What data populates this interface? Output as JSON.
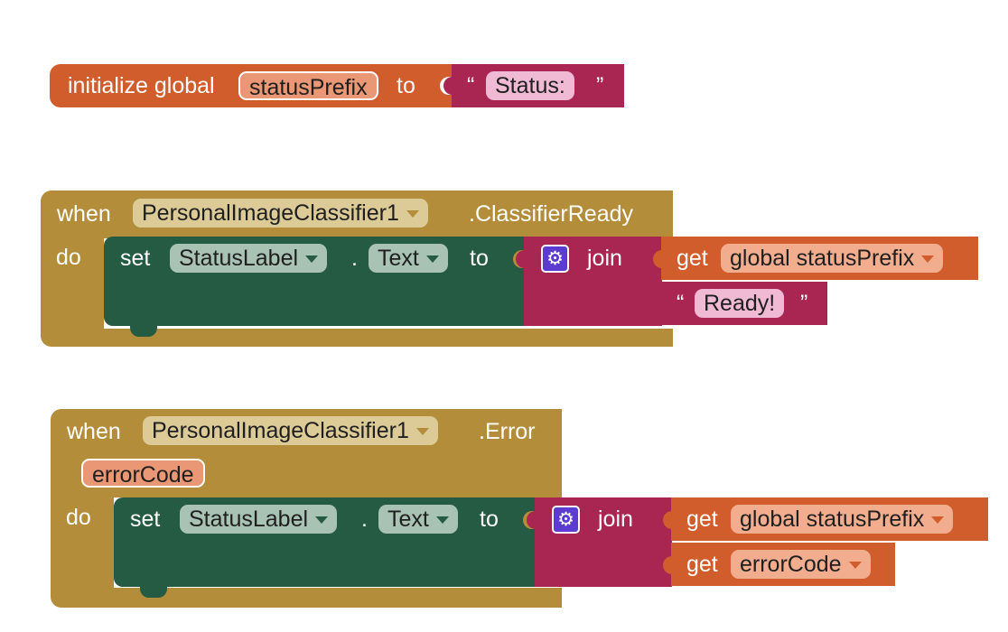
{
  "init_block": {
    "initialize_label": "initialize global",
    "var_name": "statusPrefix",
    "to_label": "to",
    "open_quote": "“",
    "string_value": "Status:",
    "close_quote": "”"
  },
  "event1": {
    "when_label": "when",
    "component": "PersonalImageClassifier1",
    "event_name": ".ClassifierReady",
    "do_label": "do",
    "set_label": "set",
    "target_component": "StatusLabel",
    "dot_label": ".",
    "property": "Text",
    "to_label": "to",
    "join_label": "join",
    "get_label": "get",
    "get_var": "global statusPrefix",
    "open_quote": "“",
    "string_value": "Ready!",
    "close_quote": "”"
  },
  "event2": {
    "when_label": "when",
    "component": "PersonalImageClassifier1",
    "event_name": ".Error",
    "param": "errorCode",
    "do_label": "do",
    "set_label": "set",
    "target_component": "StatusLabel",
    "dot_label": ".",
    "property": "Text",
    "to_label": "to",
    "join_label": "join",
    "get_label_1": "get",
    "get_var_1": "global statusPrefix",
    "get_label_2": "get",
    "get_var_2": "errorCode"
  },
  "colors": {
    "variables": "#d15d2c",
    "text": "#a92652",
    "event": "#b38d3a",
    "components": "#245b42",
    "mutator_gear": "#5b3bd0",
    "background": "#ffffff"
  },
  "icons": {
    "mutator": "gear-icon",
    "dropdown": "chevron-down-icon"
  }
}
